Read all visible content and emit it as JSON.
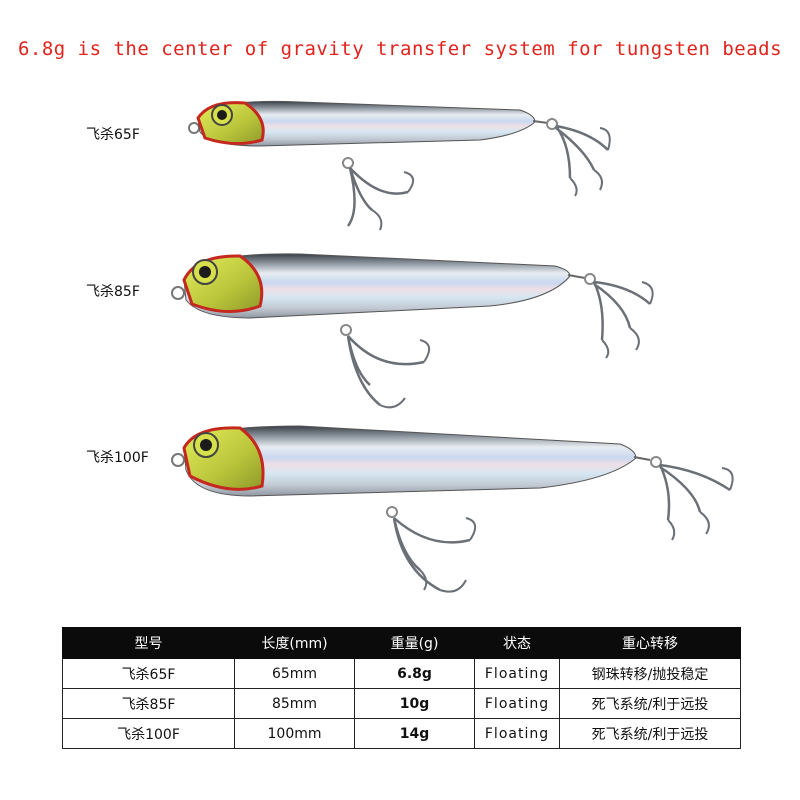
{
  "headline": "6.8g is the center of gravity transfer system for tungsten beads",
  "lures": [
    {
      "label": "飞杀65F"
    },
    {
      "label": "飞杀85F"
    },
    {
      "label": "飞杀100F"
    }
  ],
  "table": {
    "headers": [
      "型号",
      "长度(mm)",
      "重量(g)",
      "状态",
      "重心转移"
    ],
    "rows": [
      {
        "model": "飞杀65F",
        "length": "65mm",
        "weight": "6.8g",
        "state": "Floating",
        "cog": "钢珠转移/抛投稳定"
      },
      {
        "model": "飞杀85F",
        "length": "85mm",
        "weight": "10g",
        "state": "Floating",
        "cog": "死飞系统/利于远投"
      },
      {
        "model": "飞杀100F",
        "length": "100mm",
        "weight": "14g",
        "state": "Floating",
        "cog": "死飞系统/利于远投"
      }
    ]
  },
  "colors": {
    "headline": "#e0231c",
    "header_bg": "#0b0b0b",
    "lure_eye": "#c8d62a",
    "gill": "#d02a1e"
  }
}
